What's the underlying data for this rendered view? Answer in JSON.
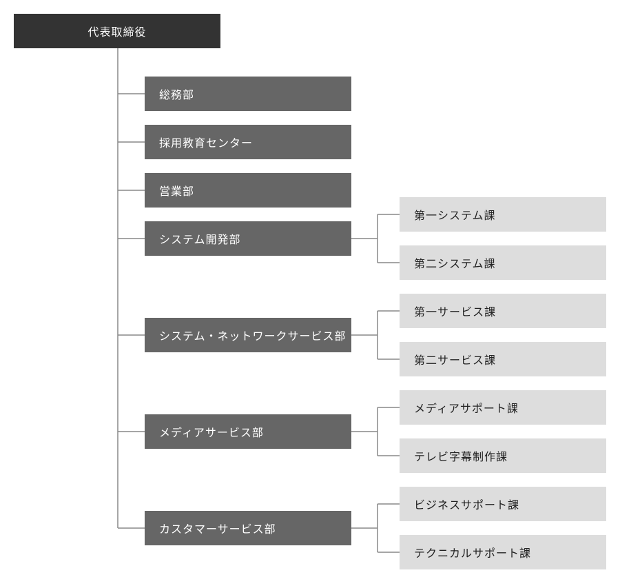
{
  "org_chart": {
    "root": {
      "label": "代表取締役"
    },
    "departments": [
      {
        "label": "総務部",
        "sections": []
      },
      {
        "label": "採用教育センター",
        "sections": []
      },
      {
        "label": "営業部",
        "sections": []
      },
      {
        "label": "システム開発部",
        "sections": [
          {
            "label": "第一システム課"
          },
          {
            "label": "第二システム課"
          }
        ]
      },
      {
        "label": "システム・ネットワークサービス部",
        "sections": [
          {
            "label": "第一サービス課"
          },
          {
            "label": "第二サービス課"
          }
        ]
      },
      {
        "label": "メディアサービス部",
        "sections": [
          {
            "label": "メディアサポート課"
          },
          {
            "label": "テレビ字幕制作課"
          }
        ]
      },
      {
        "label": "カスタマーサービス部",
        "sections": [
          {
            "label": "ビジネスサポート課"
          },
          {
            "label": "テクニカルサポート課"
          }
        ]
      }
    ]
  },
  "colors": {
    "root_bg": "#333333",
    "department_bg": "#666666",
    "section_bg": "#dddddd",
    "connector": "#888888"
  }
}
